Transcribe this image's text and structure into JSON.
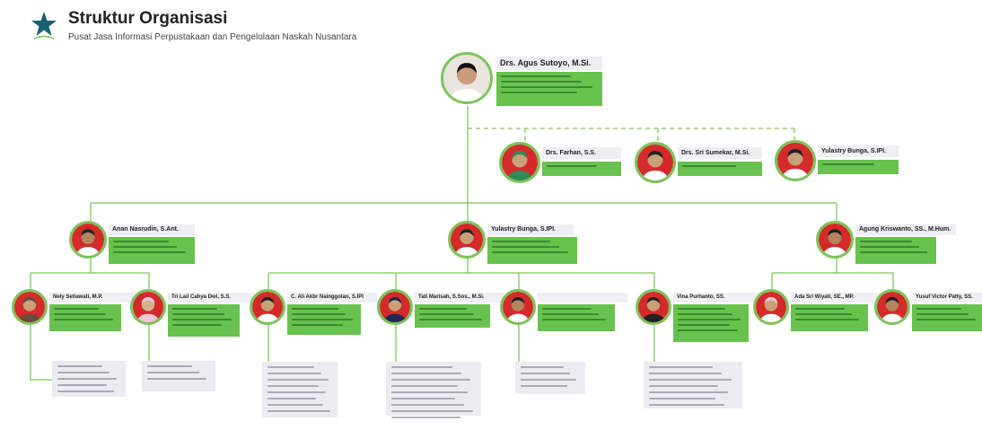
{
  "header": {
    "title": "Struktur Organisasi",
    "subtitle": "Pusat Jasa Informasi Perpustakaan dan Pengelolaan Naskah Nusantara"
  },
  "colors": {
    "accent_green": "#67c24e",
    "line_green": "#8fcf74",
    "name_bg": "#eeeef3",
    "duty_bg": "#ecebf1",
    "avatar_red": "#d42a2a"
  },
  "icons": {
    "logo": "star-logo-icon"
  },
  "org": {
    "head": {
      "name": "Drs. Agus Sutoyo, M.Si."
    },
    "staff": [
      {
        "name": "Drs. Farhan, S.S."
      },
      {
        "name": "Drs. Sri Sumekar, M.Si."
      },
      {
        "name": "Yulastry Bunga, S.IPI."
      }
    ],
    "divisions": [
      {
        "name": "Anan Nasrudin, S.Ant."
      },
      {
        "name": "Yulastry Bunga, S.IPI."
      },
      {
        "name": "Agung Kriswanto, SS., M.Hum."
      }
    ],
    "units": [
      {
        "name": "Nely Setiawati, M.P."
      },
      {
        "name": "Tri Lail Cahya Dwi, S.S."
      },
      {
        "name": "C. Ali Akbr Nainggolan, S.IPI"
      },
      {
        "name": "Tati Marisah, S.Sos., M.Si."
      },
      {
        "name": ""
      },
      {
        "name": "Vina Purhanto, SS."
      },
      {
        "name": "Ada Sri Wiyati, SE., MP."
      },
      {
        "name": "Yusuf Victor Patty, SS."
      }
    ]
  }
}
